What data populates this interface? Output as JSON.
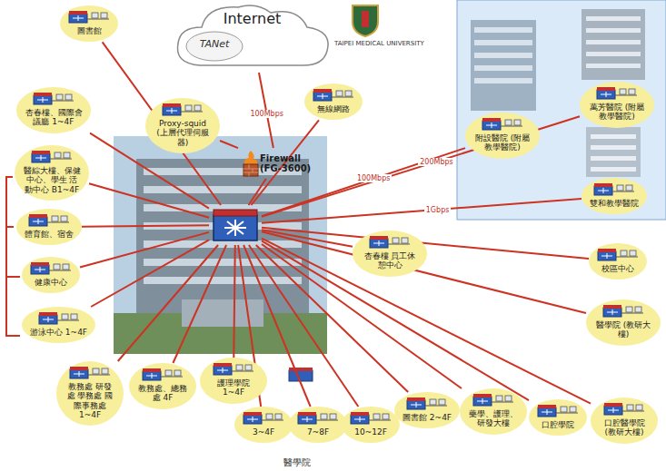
{
  "diagram": {
    "nodes": [
      {
        "text": [
          "Internet"
        ]
      },
      {
        "text": [
          "TANet"
        ],
        "in": 0
      },
      {
        "text": [
          "Proxy-squid (上層代理伺服器)"
        ]
      },
      {
        "text": [
          "Firewall",
          "(FG-3600)"
        ]
      },
      {
        "text": []
      },
      {
        "text": [
          "無線網路"
        ]
      },
      {
        "text": [
          "圖書館"
        ]
      },
      {
        "text": [
          "杏春樓、國際會議廳 1~4F"
        ]
      },
      {
        "text": [
          "醫綜大樓、保健中心、學生 活動中心 B1~4F"
        ]
      },
      {
        "text": [
          "體育館、宿舍"
        ]
      },
      {
        "text": [
          "健康中心"
        ]
      },
      {
        "text": [
          "游泳中心 1~4F"
        ]
      },
      {
        "text": [
          "教務處 研發處 學務處 國際事務處 1~4F"
        ]
      },
      {
        "text": [
          "教務處、總務處 4F"
        ]
      },
      {
        "text": [
          "護理學院 1~4F"
        ]
      },
      {
        "text": [
          "3~4F"
        ]
      },
      {
        "text": [
          "7~8F"
        ]
      },
      {
        "text": [
          "10~12F"
        ]
      },
      {
        "text": [
          "圖書館 2~4F"
        ]
      },
      {
        "text": [
          "藥學、護理、 研發大樓"
        ]
      },
      {
        "text": [
          "口腔學院"
        ]
      },
      {
        "text": [
          "口腔醫學院 (教研大樓)"
        ]
      },
      {
        "text": [
          "醫學院 (教研大樓)"
        ]
      },
      {
        "text": [
          "校區中心"
        ]
      },
      {
        "text": [
          "杏春樓 員工休憩中心"
        ]
      },
      {
        "text": [
          "附設醫院 (附屬教學醫院)"
        ]
      },
      {
        "text": [
          "萬芳醫院 (附屬教學醫院)"
        ]
      },
      {
        "text": [
          "雙和教學醫院"
        ]
      }
    ],
    "edges": [
      {
        "from": 0,
        "to": 3,
        "arrow": "none",
        "label": "100Mbps"
      },
      {
        "from": 2,
        "to": 3,
        "arrow": "none"
      },
      {
        "from": 3,
        "to": 4,
        "arrow": "none"
      },
      {
        "from": 5,
        "to": 4,
        "arrow": "none"
      },
      {
        "from": 4,
        "to": 6,
        "arrow": "none"
      },
      {
        "from": 4,
        "to": 7,
        "arrow": "none"
      },
      {
        "from": 4,
        "to": 8,
        "arrow": "none"
      },
      {
        "from": 4,
        "to": 9,
        "arrow": "none"
      },
      {
        "from": 4,
        "to": 10,
        "arrow": "none"
      },
      {
        "from": 4,
        "to": 11,
        "arrow": "none"
      },
      {
        "from": 4,
        "to": 12,
        "arrow": "none"
      },
      {
        "from": 4,
        "to": 13,
        "arrow": "none"
      },
      {
        "from": 4,
        "to": 14,
        "arrow": "none"
      },
      {
        "from": 4,
        "to": 15,
        "arrow": "none"
      },
      {
        "from": 4,
        "to": 16,
        "arrow": "none"
      },
      {
        "from": 4,
        "to": 17,
        "arrow": "none"
      },
      {
        "from": 4,
        "to": 18,
        "arrow": "none"
      },
      {
        "from": 4,
        "to": 19,
        "arrow": "none"
      },
      {
        "from": 4,
        "to": 20,
        "arrow": "none"
      },
      {
        "from": 4,
        "to": 21,
        "arrow": "none"
      },
      {
        "from": 4,
        "to": 22,
        "arrow": "none"
      },
      {
        "from": 4,
        "to": 23,
        "arrow": "none"
      },
      {
        "from": 4,
        "to": 24,
        "arrow": "none"
      },
      {
        "from": 4,
        "to": 25,
        "arrow": "none",
        "label": "100Mbps"
      },
      {
        "from": 4,
        "to": 26,
        "arrow": "none",
        "label": "200Mbps"
      },
      {
        "from": 4,
        "to": 27,
        "arrow": "none",
        "label": "1Gbps"
      }
    ],
    "labels": [
      "TAIPEI MEDICAL UNIVERSITY",
      "醫學院"
    ]
  }
}
